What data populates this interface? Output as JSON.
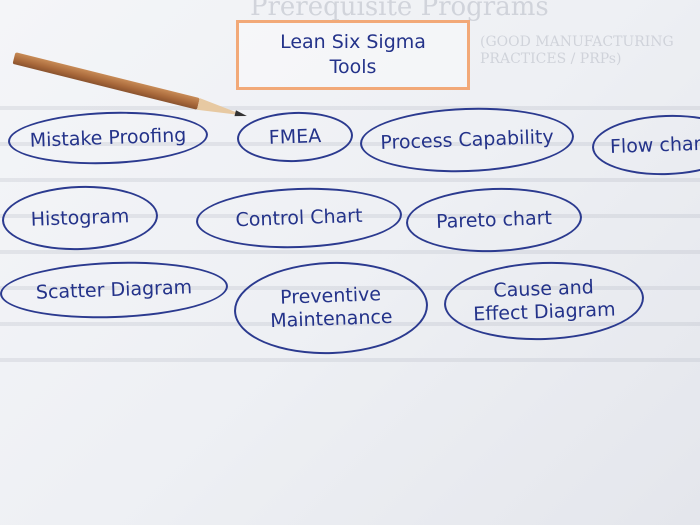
{
  "background_text": {
    "heading": "Prerequisite Programs",
    "subheading": "(GOOD MANUFACTURING PRACTICES / PRPs)"
  },
  "title": {
    "line1": "Lean Six Sigma",
    "line2": "Tools"
  },
  "tools": {
    "mistake_proofing": "Mistake Proofing",
    "fmea": "FMEA",
    "process_capability": "Process Capability",
    "flow_chart": "Flow chart",
    "histogram": "Histogram",
    "control_chart": "Control Chart",
    "pareto_chart": "Pareto chart",
    "scatter_diagram": "Scatter Diagram",
    "preventive_maintenance": "Preventive Maintenance",
    "cause_effect": "Cause and Effect Diagram"
  },
  "colors": {
    "ink": "#24338a",
    "highlight": "#f2a978"
  }
}
